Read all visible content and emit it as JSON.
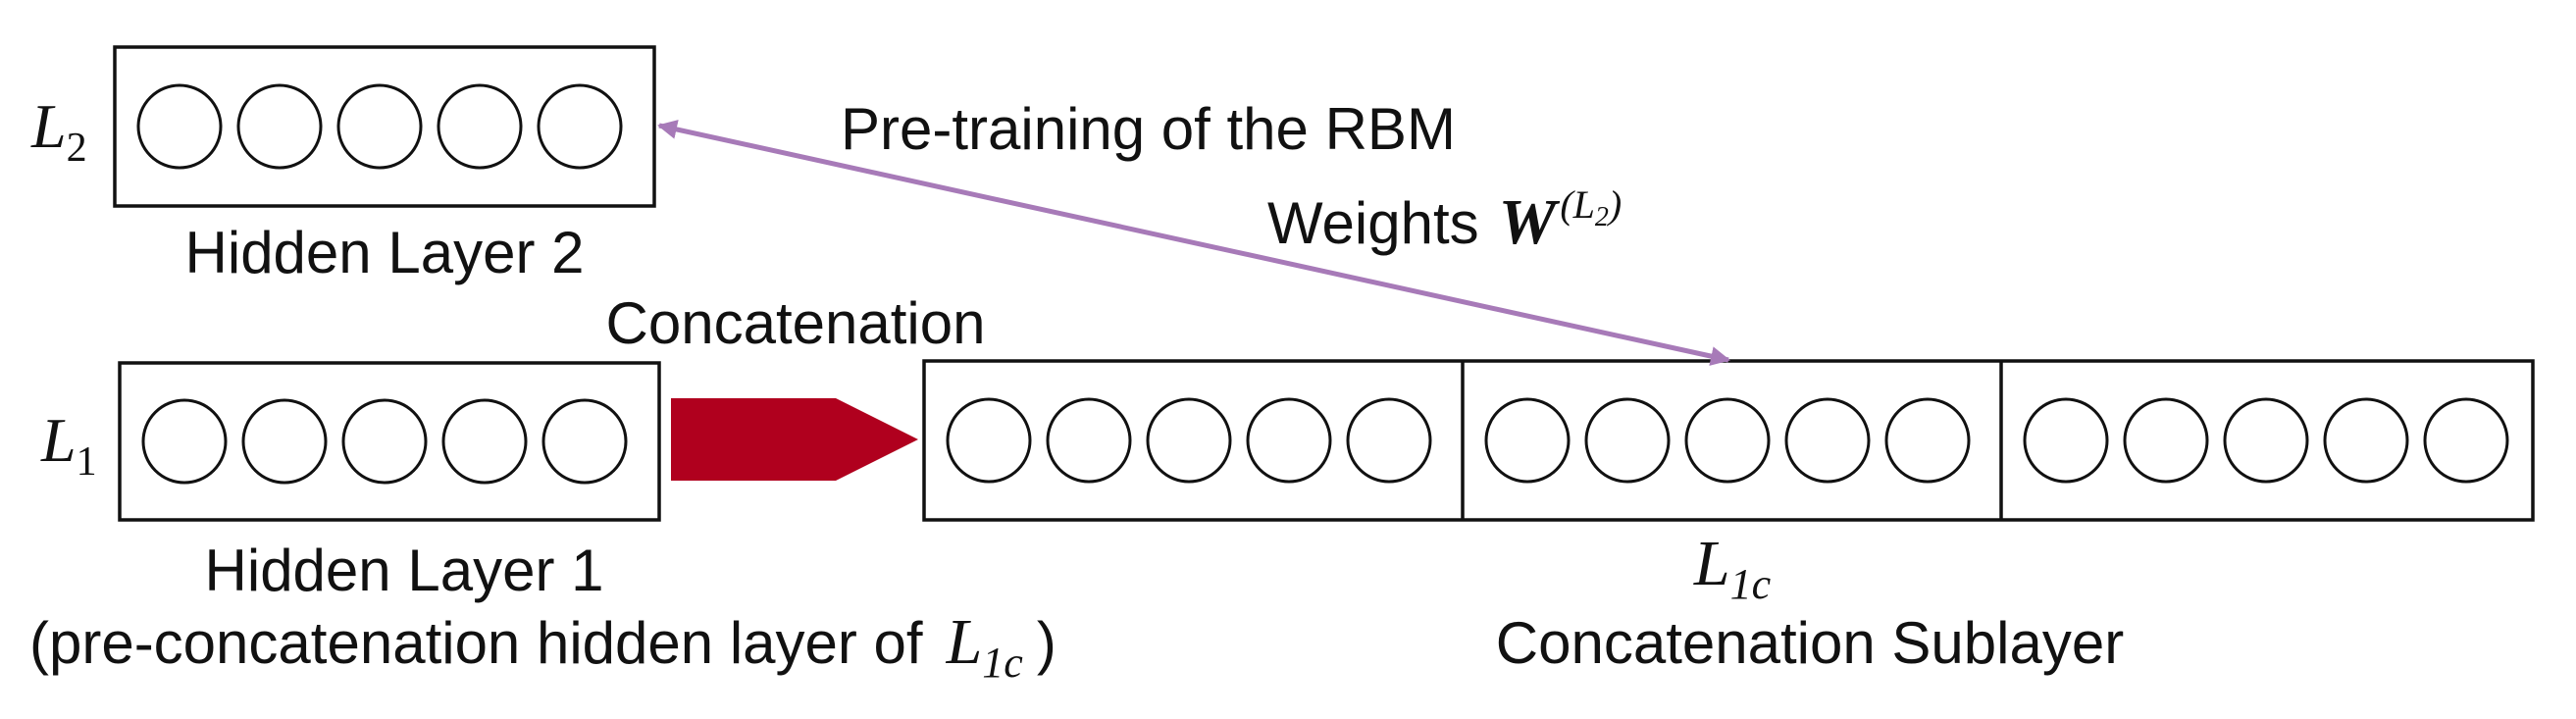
{
  "layer_l2": {
    "symbol": "L",
    "subscript": "2",
    "caption": "Hidden Layer 2",
    "node_count": 5
  },
  "layer_l1": {
    "symbol": "L",
    "subscript": "1",
    "caption": "Hidden Layer 1",
    "note_prefix": "(pre-concatenation hidden layer of",
    "note_symbol": "L",
    "note_subscript": "1c",
    "note_suffix": ")",
    "node_count": 5
  },
  "concat_layer": {
    "symbol": "L",
    "subscript": "1c",
    "caption": "Concatenation Sublayer",
    "sublayer_count": 3,
    "nodes_per_sublayer": 5
  },
  "concat_arrow": {
    "label": "Concatenation",
    "color": "#b0001e"
  },
  "rbm_link": {
    "label_line1": "Pre-training of the RBM",
    "label_line2": "Weights",
    "weight_symbol": "W",
    "weight_sup_open": "(",
    "weight_sup_symbol": "L",
    "weight_sup_subscript": "2",
    "weight_sup_close": ")",
    "color": "#a77ab8"
  }
}
